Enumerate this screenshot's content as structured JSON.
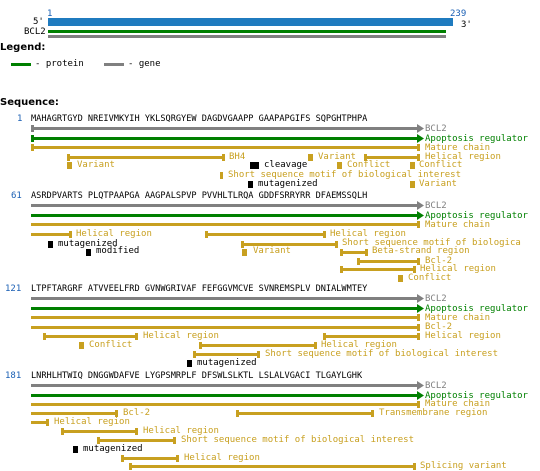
{
  "overview": {
    "start": "1",
    "end": "239",
    "five_prime": "5'",
    "three_prime": "3'",
    "gene": "BCL2"
  },
  "legend": {
    "title": "Legend:",
    "items": [
      {
        "label": "- protein",
        "color": "#008000"
      },
      {
        "label": "- gene",
        "color": "#808080"
      }
    ]
  },
  "sequence_title": "Sequence:",
  "colors": {
    "gene": "#808080",
    "protein": "#008000",
    "feature": "#c8a020",
    "marker": "#000000",
    "number": "#1a5fb4"
  },
  "blocks": [
    {
      "number": "1",
      "sequence": "MAHAGRTGYD NREIVMKYIH YKLSQRGYEW DAGDVGAAPP GAAPAPGIFS SQPGHTPHPA",
      "labels": {
        "gene": "BCL2",
        "protein": "Apoptosis regulator",
        "r1": "Mature chain",
        "r2a": "BH4",
        "r2b": "Variant",
        "r2c": "Helical region",
        "r3a": "Variant",
        "r3b": "Conflict",
        "r3c": "Conflict",
        "r4a": "cleavage",
        "r4b": "Short sequence motif of biological interest",
        "r5a": "mutagenized",
        "r5b": "Variant"
      }
    },
    {
      "number": "61",
      "sequence": "ASRDPVARTS PLQTPAAPGA AAGPALSPVP PVVHLTLRQA GDDFSRRYRR DFAEMSSQLH",
      "labels": {
        "gene": "BCL2",
        "protein": "Apoptosis regulator",
        "r1": "Mature chain",
        "r2a": "Helical region",
        "r2b": "Helical region",
        "r3a": "mutagenized",
        "r3b": "Short sequence motif of biologica",
        "r4a": "modified",
        "r4b": "Variant",
        "r4c": "Beta-strand region",
        "r5a": "Bcl-2",
        "r6a": "Helical region",
        "r7a": "Conflict"
      }
    },
    {
      "number": "121",
      "sequence": "LTPFTARGRF ATVVEELFRD GVNWGRIVAF FEFGGVMCVE SVNREMSPLV DNIALWMTEY",
      "labels": {
        "gene": "BCL2",
        "protein": "Apoptosis regulator",
        "r1": "Mature chain",
        "r2": "Bcl-2",
        "r3": "Helical region",
        "r4": "Helical region",
        "r5a": "Conflict",
        "r5b": "Helical region",
        "r6": "Short sequence motif of biological interest",
        "r7": "mutagenized"
      }
    },
    {
      "number": "181",
      "sequence": "LNRHLHTWIQ DNGGWDAFVE LYGPSMRPLF DFSWLSLKTL LSLALVGACI TLGAYLGHK",
      "labels": {
        "gene": "BCL2",
        "protein": "Apoptosis regulator",
        "r1": "Mature chain",
        "r2a": "Bcl-2",
        "r2b": "Transmembrane region",
        "r3": "Helical region",
        "r4": "Helical region",
        "r5": "Short sequence motif of biological interest",
        "r6": "mutagenized",
        "r7": "Helical region",
        "r8": "Splicing variant"
      }
    }
  ]
}
